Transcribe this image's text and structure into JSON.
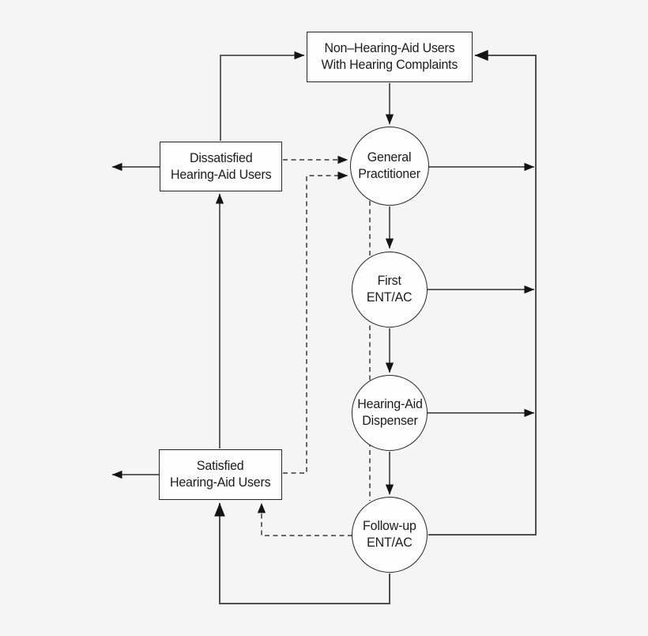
{
  "canvas": {
    "background_color": "#f5f5f6",
    "line_color": "#2e2e2e",
    "feedback_line_color": "#4f4f4f",
    "node_fill_color": "#fdfdfd",
    "node_border_color": "#262626"
  },
  "nodes": {
    "non_hearing_aid_users": {
      "shape": "box",
      "label": "Non–Hearing-Aid Users\nWith Hearing Complaints"
    },
    "dissatisfied_users": {
      "shape": "box",
      "label": "Dissatisfied\nHearing-Aid Users"
    },
    "satisfied_users": {
      "shape": "box",
      "label": "Satisfied\nHearing-Aid Users"
    },
    "general_practitioner": {
      "shape": "circle",
      "label": "General\nPractitioner"
    },
    "first_ent_ac": {
      "shape": "circle",
      "label": "First\nENT/AC"
    },
    "hearing_aid_dispenser": {
      "shape": "circle",
      "label": "Hearing-Aid\nDispenser"
    },
    "follow_up_ent_ac": {
      "shape": "circle",
      "label": "Follow-up\nENT/AC"
    }
  },
  "connections": [
    {
      "from": "non_hearing_aid_users",
      "to": "general_practitioner",
      "style": "solid"
    },
    {
      "from": "general_practitioner",
      "to": "first_ent_ac",
      "style": "solid"
    },
    {
      "from": "first_ent_ac",
      "to": "hearing_aid_dispenser",
      "style": "solid"
    },
    {
      "from": "hearing_aid_dispenser",
      "to": "follow_up_ent_ac",
      "style": "solid"
    },
    {
      "from": "general_practitioner",
      "to": "right-feedback-line",
      "style": "solid"
    },
    {
      "from": "first_ent_ac",
      "to": "right-feedback-line",
      "style": "solid"
    },
    {
      "from": "hearing_aid_dispenser",
      "to": "right-feedback-line",
      "style": "solid"
    },
    {
      "from": "follow_up_ent_ac",
      "to": "non_hearing_aid_users",
      "style": "solid",
      "via": "right-feedback-line"
    },
    {
      "from": "dissatisfied_users",
      "to": "non_hearing_aid_users",
      "style": "solid"
    },
    {
      "from": "dissatisfied_users",
      "to": "exit-left",
      "style": "solid"
    },
    {
      "from": "satisfied_users",
      "to": "exit-left",
      "style": "solid"
    },
    {
      "from": "satisfied_users",
      "to": "dissatisfied_users",
      "style": "solid"
    },
    {
      "from": "follow_up_ent_ac",
      "to": "satisfied_users",
      "style": "solid",
      "via": "bottom-loop"
    },
    {
      "from": "dissatisfied_users",
      "to": "general_practitioner",
      "style": "dashed"
    },
    {
      "from": "satisfied_users",
      "to": "general_practitioner",
      "style": "dashed"
    },
    {
      "from": "general_practitioner",
      "to": "follow_up_ent_ac",
      "style": "dashed"
    },
    {
      "from": "follow_up_ent_ac",
      "to": "satisfied_users",
      "style": "dashed"
    }
  ]
}
